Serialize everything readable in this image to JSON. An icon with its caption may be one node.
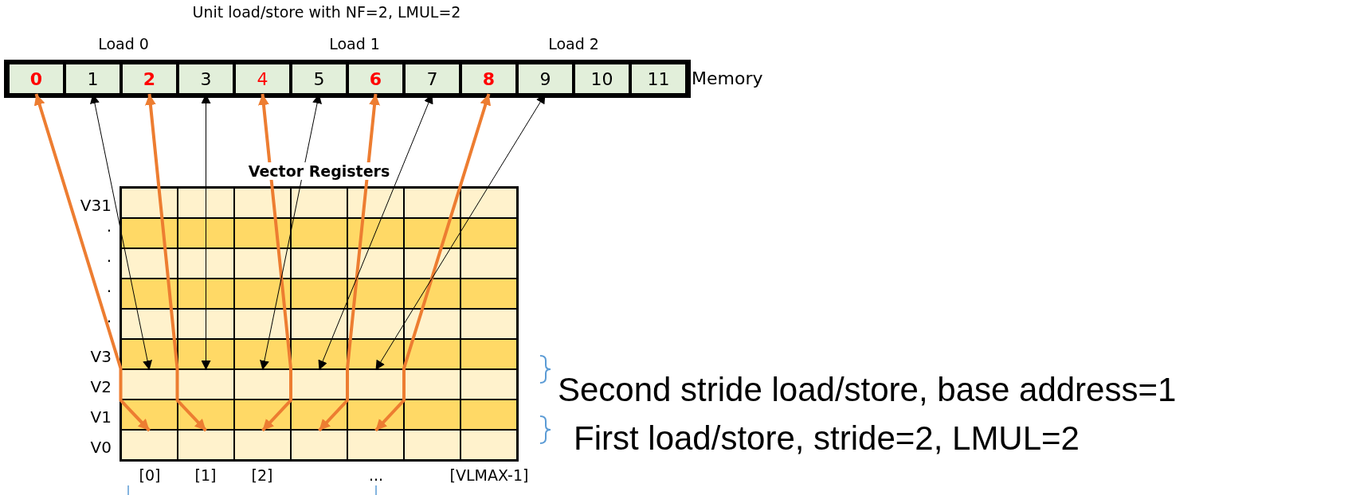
{
  "diagram": {
    "title": "Unit load/store with NF=2, LMUL=2",
    "nodes": [
      {
        "text": [
          "0"
        ]
      },
      {
        "text": [
          "1"
        ]
      },
      {
        "text": [
          "2"
        ]
      },
      {
        "text": [
          "3"
        ]
      },
      {
        "text": [
          "4"
        ]
      },
      {
        "text": [
          "5"
        ]
      },
      {
        "text": [
          "6"
        ]
      },
      {
        "text": [
          "7"
        ]
      },
      {
        "text": [
          "8"
        ]
      },
      {
        "text": [
          "9"
        ]
      },
      {
        "text": [
          "10"
        ]
      },
      {
        "text": [
          "11"
        ]
      },
      {
        "text": [
          "Vector Registers"
        ]
      },
      {
        "text": [],
        "shape": "box",
        "in": 12
      },
      {
        "text": [],
        "shape": "box",
        "in": 12
      },
      {
        "text": [],
        "shape": "box",
        "in": 12
      },
      {
        "text": [],
        "shape": "box",
        "in": 12
      },
      {
        "text": [],
        "shape": "box",
        "in": 12
      },
      {
        "text": [],
        "shape": "box",
        "in": 12
      },
      {
        "text": [],
        "shape": "box",
        "in": 12
      },
      {
        "text": [],
        "shape": "box",
        "in": 12
      },
      {
        "text": [],
        "shape": "box",
        "in": 12
      },
      {
        "text": [],
        "shape": "box",
        "in": 12
      }
    ],
    "edges": [
      {
        "from": 0,
        "to": 18,
        "arrow": "both",
        "style": "thick",
        "color": "#ed7d31"
      },
      {
        "from": 1,
        "to": 13,
        "arrow": "both",
        "color": "#000000"
      },
      {
        "from": 2,
        "to": 19,
        "arrow": "both",
        "style": "thick",
        "color": "#ed7d31"
      },
      {
        "from": 3,
        "to": 14,
        "arrow": "both",
        "color": "#000000"
      },
      {
        "from": 4,
        "to": 20,
        "arrow": "both",
        "style": "thick",
        "color": "#ed7d31"
      },
      {
        "from": 5,
        "to": 15,
        "arrow": "both",
        "color": "#000000"
      },
      {
        "from": 6,
        "to": 21,
        "arrow": "both",
        "style": "thick",
        "color": "#ed7d31"
      },
      {
        "from": 7,
        "to": 16,
        "arrow": "both",
        "color": "#000000"
      },
      {
        "from": 8,
        "to": 22,
        "arrow": "both",
        "style": "thick",
        "color": "#ed7d31"
      },
      {
        "from": 9,
        "to": 17,
        "arrow": "both",
        "color": "#000000"
      }
    ],
    "labels": [
      "Load 0",
      "Load 1",
      "Load 2",
      "Memory",
      "V31",
      ".",
      ".",
      ".",
      ".",
      "V3",
      "V2",
      "V1",
      "V0",
      "[0]",
      "[1]",
      "[2]",
      "...",
      "[VLMAX-1]",
      "Second stride load/store, base address=1",
      "First load/store, stride=2, LMUL=2"
    ]
  }
}
